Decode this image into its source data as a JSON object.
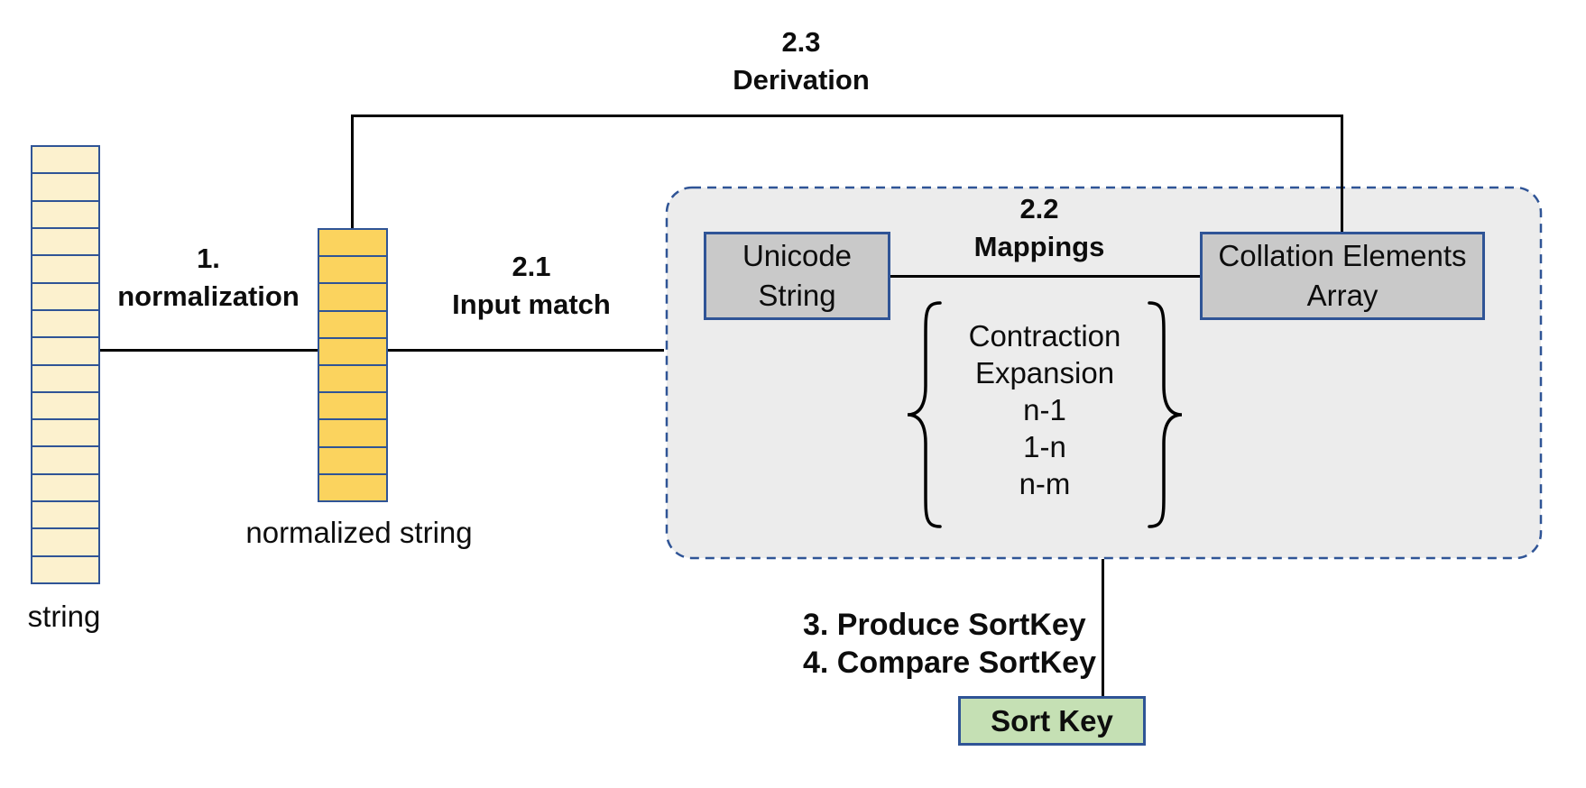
{
  "diagram": {
    "title_implied": "Collation process flow",
    "string_stack": {
      "label": "string",
      "cells": 16
    },
    "normalized_stack": {
      "label": "normalized string",
      "cells": 10
    },
    "steps": {
      "normalization": {
        "number": "1.",
        "name": "normalization"
      },
      "input_match": {
        "number": "2.1",
        "name": "Input match"
      },
      "mappings": {
        "number": "2.2",
        "name": "Mappings"
      },
      "derivation": {
        "number": "2.3",
        "name": "Derivation"
      },
      "produce_sortkey": "3. Produce SortKey",
      "compare_sortkey": "4. Compare SortKey"
    },
    "boxes": {
      "unicode_string": {
        "line1": "Unicode",
        "line2": "String"
      },
      "collation_elements": {
        "line1": "Collation Elements",
        "line2": "Array"
      },
      "sort_key": {
        "label": "Sort Key"
      }
    },
    "mapping_types": [
      "Contraction",
      "Expansion",
      "n-1",
      "1-n",
      "n-m"
    ],
    "colors": {
      "border_blue": "#2F5496",
      "string_stack_fill": "#FCF1CE",
      "normalized_stack_fill": "#FBD35E",
      "node_box_gray": "#C9C9C9",
      "panel_gray": "#ECECEC",
      "sort_key_green": "#C5E0B4",
      "line_black": "#000000"
    }
  }
}
